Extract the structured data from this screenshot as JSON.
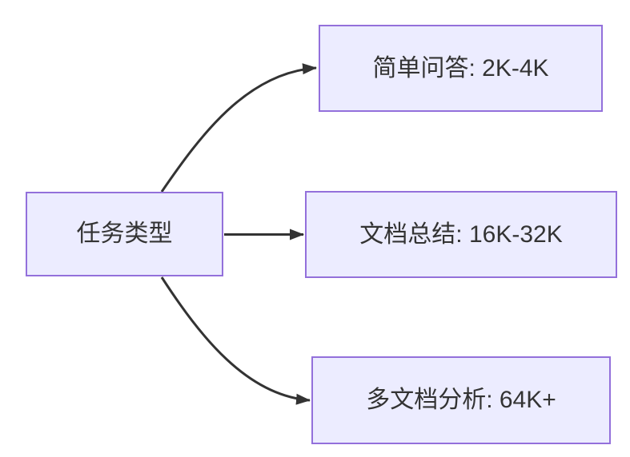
{
  "diagram": {
    "type": "flowchart",
    "direction": "left-to-right",
    "background": "#FFFFFF",
    "source_node": {
      "id": "task-type",
      "label": "任务类型"
    },
    "target_nodes": [
      {
        "id": "simple-qa",
        "label": "简单问答: 2K-4K"
      },
      {
        "id": "doc-summary",
        "label": "文档总结: 16K-32K"
      },
      {
        "id": "multi-doc",
        "label": "多文档分析: 64K+"
      }
    ],
    "edges": [
      {
        "from": "任务类型",
        "to": "简单问答: 2K-4K",
        "style": "curved-up",
        "arrowhead": "filled-triangle"
      },
      {
        "from": "任务类型",
        "to": "文档总结: 16K-32K",
        "style": "straight",
        "arrowhead": "filled-triangle"
      },
      {
        "from": "任务类型",
        "to": "多文档分析: 64K+",
        "style": "curved-down",
        "arrowhead": "filled-triangle"
      }
    ],
    "colors": {
      "node_fill": "#ECECFF",
      "node_border": "#9370DB",
      "edge_stroke": "#333333",
      "text": "#333333",
      "background": "#FFFFFF"
    }
  }
}
